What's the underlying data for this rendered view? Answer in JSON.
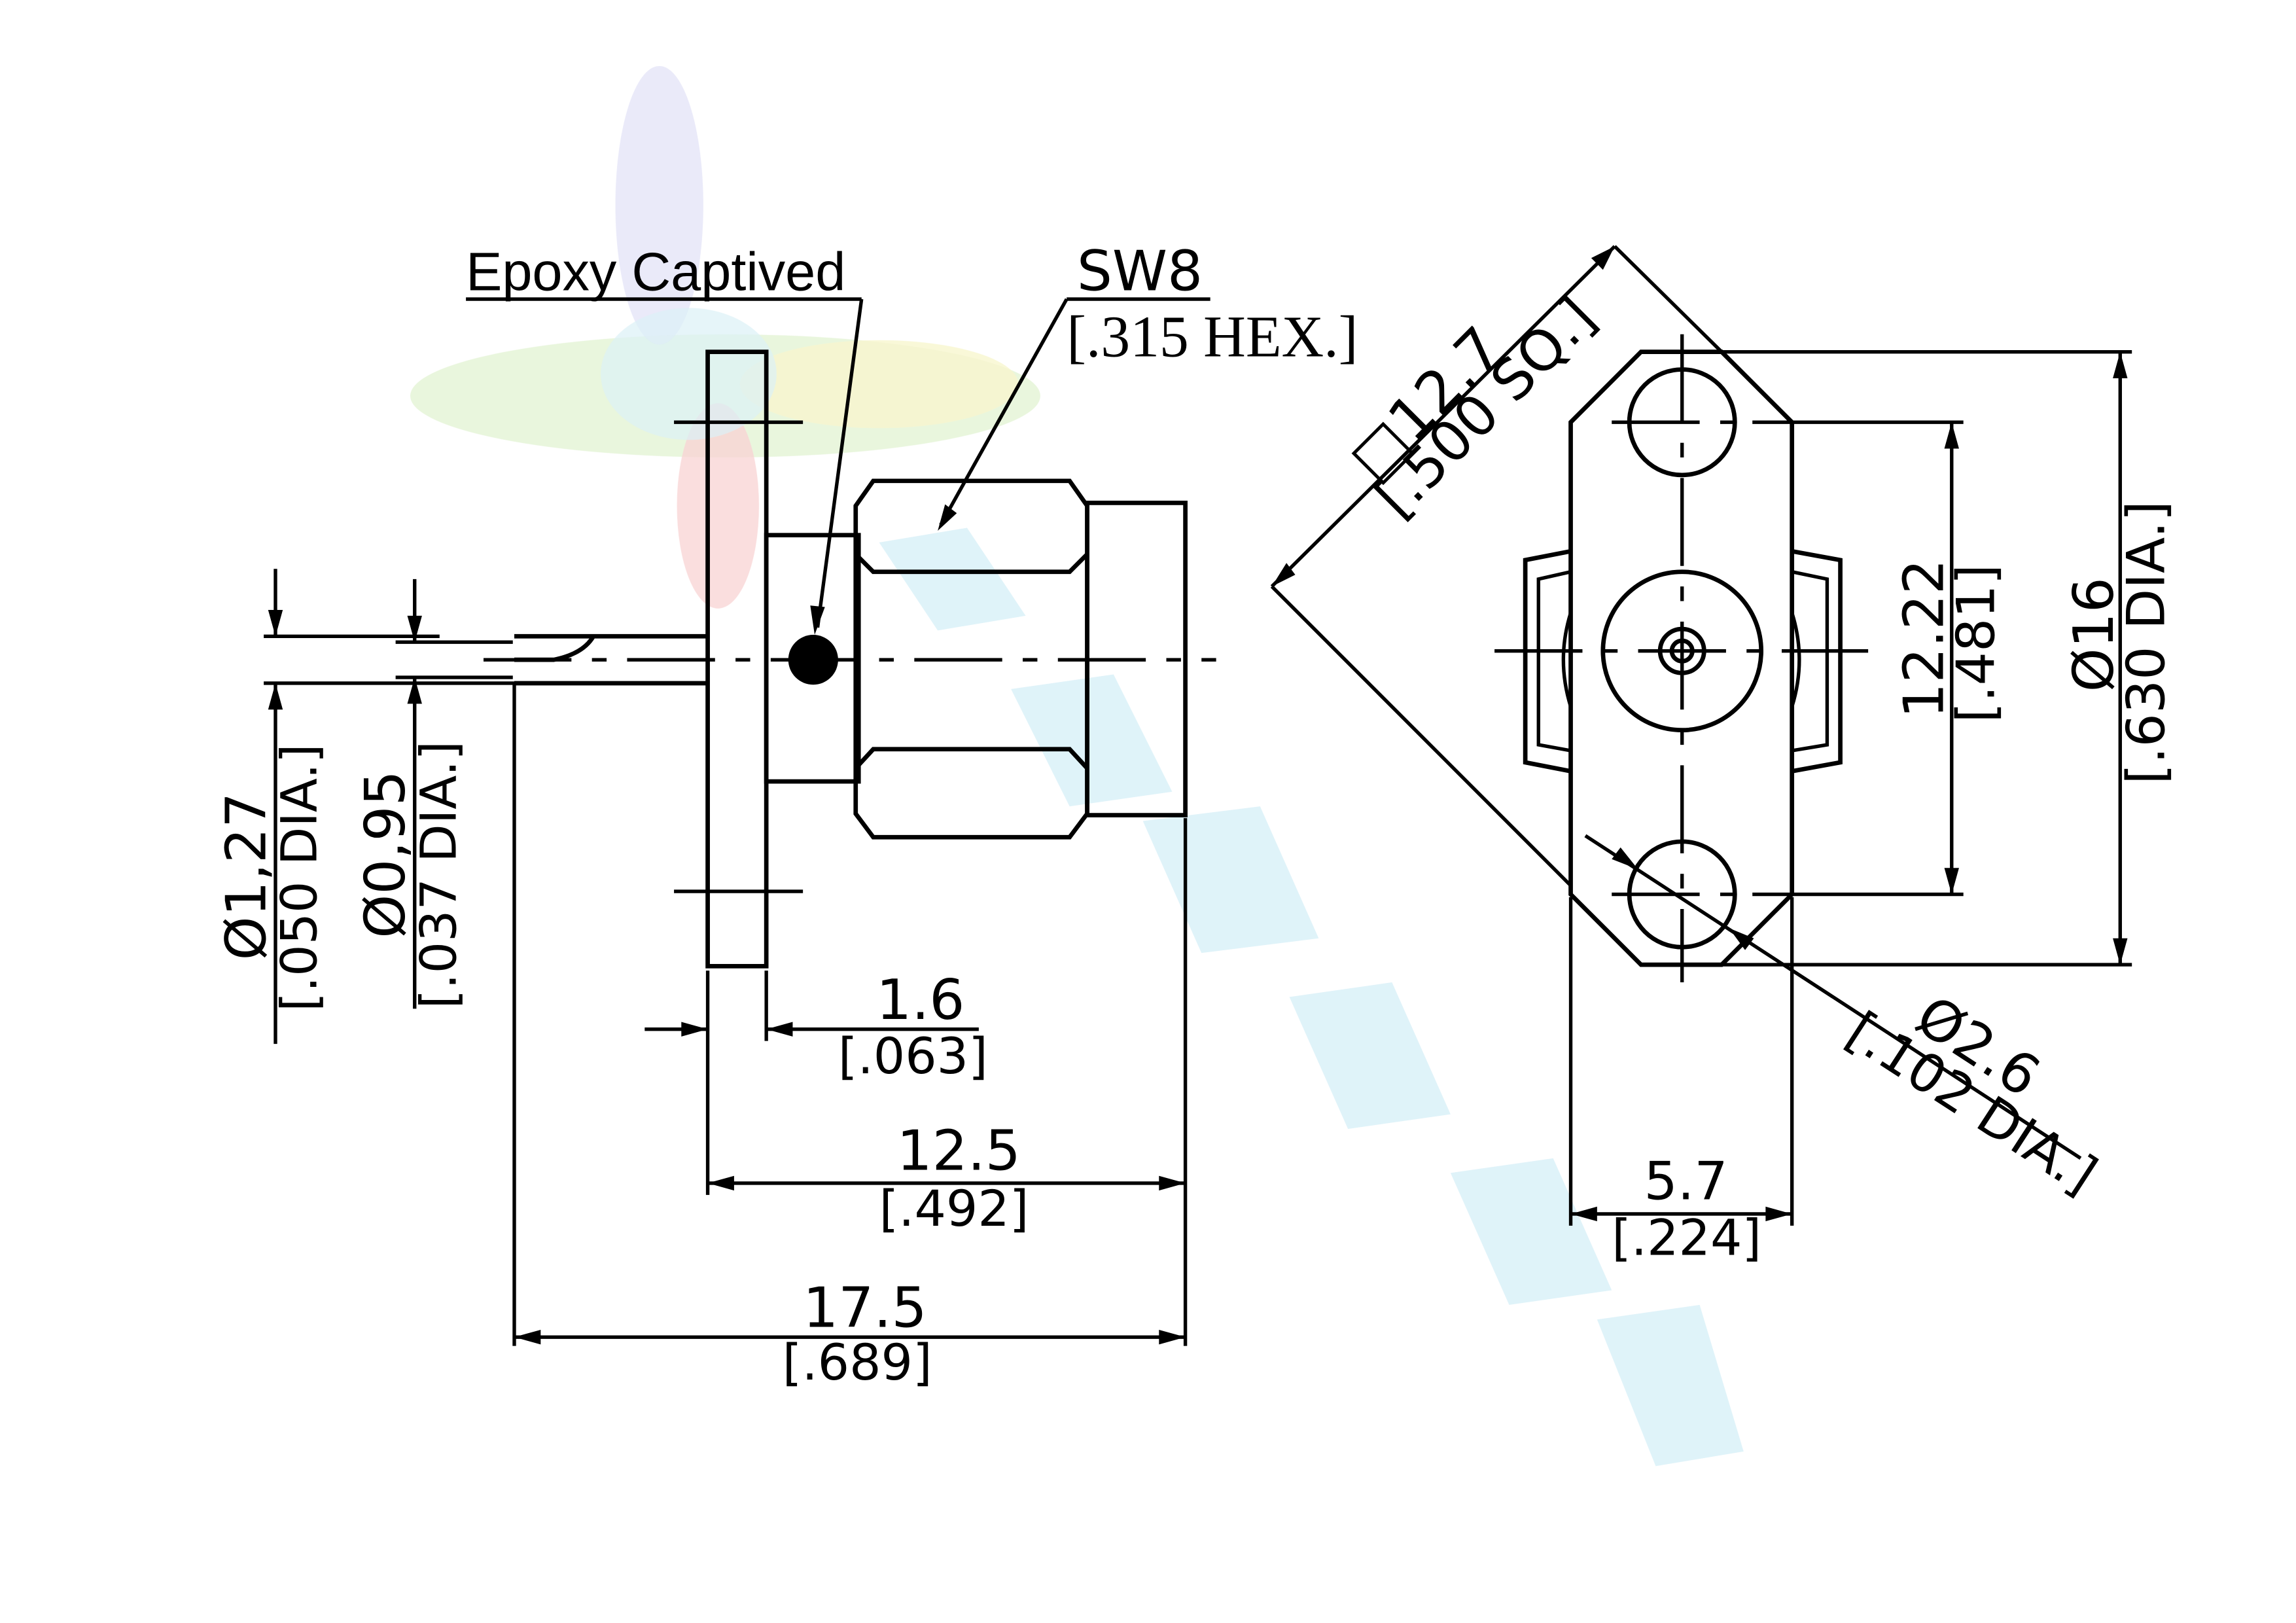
{
  "annotations": {
    "epoxy": "Epoxy Captived",
    "hex_size": "SW8",
    "hex_inch": "[.315 HEX.]"
  },
  "dimensions": {
    "pin_outer": {
      "mm": "Ø1,27",
      "inch": "[.050 DIA.]"
    },
    "pin_inner": {
      "mm": "Ø0,95",
      "inch": "[.037 DIA.]"
    },
    "flange_thickness": {
      "mm": "1.6",
      "inch": "[.063]"
    },
    "body_length": {
      "mm": "12.5",
      "inch": "[.492]"
    },
    "overall_length": {
      "mm": "17.5",
      "inch": "[.689]"
    },
    "flange_square": {
      "mm": "□12.7",
      "inch": "[.500 SQ.]"
    },
    "hole_spacing": {
      "mm": "12.22",
      "inch": "[.481]"
    },
    "flange_dia": {
      "mm": "Ø16",
      "inch": "[.630 DIA.]"
    },
    "hole_dia": {
      "mm": "Ø2.6",
      "inch": "[.102 DIA.]"
    },
    "flange_width": {
      "mm": "5.7",
      "inch": "[.224]"
    }
  },
  "colors": {
    "line": "#000000",
    "watermark_blue": "#9fd8ec",
    "watermark_green": "#bfe3a0",
    "watermark_yellow": "#f3efa8",
    "watermark_red": "#f1a8a8"
  }
}
